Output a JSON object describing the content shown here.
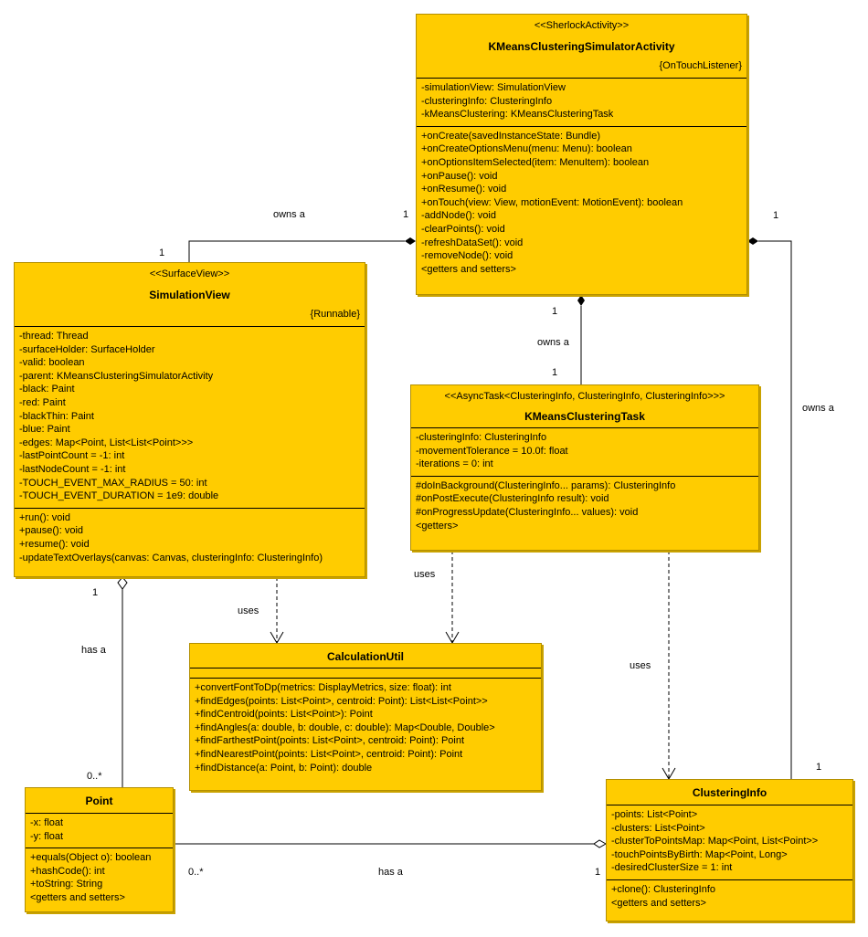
{
  "classes": {
    "activity": {
      "stereotype": "<<SherlockActivity>>",
      "name": "KMeansClusteringSimulatorActivity",
      "interface": "{OnTouchListener}",
      "attributes": [
        "-simulationView: SimulationView",
        "-clusteringInfo: ClusteringInfo",
        "-kMeansClustering: KMeansClusteringTask"
      ],
      "methods": [
        "+onCreate(savedInstanceState: Bundle)",
        "+onCreateOptionsMenu(menu: Menu): boolean",
        "+onOptionsItemSelected(item: MenuItem): boolean",
        "+onPause(): void",
        "+onResume(): void",
        "+onTouch(view: View, motionEvent: MotionEvent): boolean",
        "-addNode(): void",
        "-clearPoints(): void",
        "-refreshDataSet(): void",
        "-removeNode(): void",
        "<getters and setters>"
      ]
    },
    "simulation_view": {
      "stereotype": "<<SurfaceView>>",
      "name": "SimulationView",
      "interface": "{Runnable}",
      "attributes": [
        "-thread: Thread",
        "-surfaceHolder: SurfaceHolder",
        "-valid: boolean",
        "-parent: KMeansClusteringSimulatorActivity",
        "-black: Paint",
        "-red: Paint",
        "-blackThin: Paint",
        "-blue: Paint",
        "-edges: Map<Point, List<List<Point>>>",
        "-lastPointCount = -1: int",
        "-lastNodeCount = -1: int",
        "-TOUCH_EVENT_MAX_RADIUS = 50: int",
        "-TOUCH_EVENT_DURATION = 1e9: double"
      ],
      "methods": [
        "+run(): void",
        "+pause(): void",
        "+resume(): void",
        "-updateTextOverlays(canvas: Canvas, clusteringInfo: ClusteringInfo)"
      ]
    },
    "kmeans_task": {
      "stereotype": "<<AsyncTask<ClusteringInfo, ClusteringInfo, ClusteringInfo>>>",
      "name": "KMeansClusteringTask",
      "attributes": [
        "-clusteringInfo: ClusteringInfo",
        "-movementTolerance = 10.0f: float",
        "-iterations = 0: int"
      ],
      "methods": [
        "#doInBackground(ClusteringInfo... params): ClusteringInfo",
        "#onPostExecute(ClusteringInfo result): void",
        "#onProgressUpdate(ClusteringInfo... values): void",
        "<getters>"
      ]
    },
    "calculation_util": {
      "name": "CalculationUtil",
      "attributes": [],
      "methods": [
        "+convertFontToDp(metrics: DisplayMetrics, size: float): int",
        "+findEdges(points: List<Point>, centroid: Point): List<List<Point>>",
        "+findCentroid(points: List<Point>): Point",
        "+findAngles(a: double, b: double, c: double): Map<Double, Double>",
        "+findFarthestPoint(points: List<Point>, centroid: Point): Point",
        "+findNearestPoint(points: List<Point>, centroid: Point): Point",
        "+findDistance(a: Point, b: Point): double"
      ]
    },
    "point": {
      "name": "Point",
      "attributes": [
        "-x: float",
        "-y: float"
      ],
      "methods": [
        "+equals(Object o): boolean",
        "+hashCode(): int",
        "+toString: String",
        "<getters and setters>"
      ]
    },
    "clustering_info": {
      "name": "ClusteringInfo",
      "attributes": [
        "-points: List<Point>",
        "-clusters: List<Point>",
        "-clusterToPointsMap: Map<Point, List<Point>>",
        "-touchPointsByBirth: Map<Point, Long>",
        "-desiredClusterSize = 1: int"
      ],
      "methods": [
        "+clone(): ClusteringInfo",
        "<getters and setters>"
      ]
    }
  },
  "relationships": {
    "activity_simview": {
      "type": "composition",
      "label": "owns a",
      "mult_owner": "1",
      "mult_part": "1"
    },
    "activity_task": {
      "type": "composition",
      "label": "owns a",
      "mult_owner": "1",
      "mult_part": "1"
    },
    "activity_clusteringinfo": {
      "type": "composition",
      "label": "owns a",
      "mult_owner": "1",
      "mult_part": "1"
    },
    "simview_point": {
      "type": "aggregation",
      "label": "has a",
      "mult_owner": "1",
      "mult_part": "0..*"
    },
    "clusteringinfo_point": {
      "type": "aggregation",
      "label": "has a",
      "mult_owner": "1",
      "mult_part": "0..*"
    },
    "simview_calcutil": {
      "type": "dependency",
      "label": "uses"
    },
    "task_calcutil": {
      "type": "dependency",
      "label": "uses"
    },
    "task_clusteringinfo": {
      "type": "dependency",
      "label": "uses"
    }
  },
  "colors": {
    "class_fill": "#ffcc00",
    "class_border": "#b38f00",
    "line": "#000000"
  }
}
